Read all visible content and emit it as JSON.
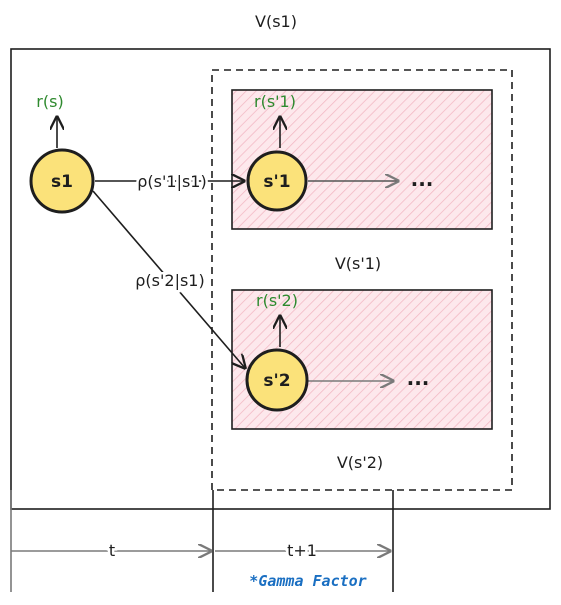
{
  "top_value_label": "V(s1)",
  "node_s1": {
    "label": "s1",
    "reward": "r(s)"
  },
  "node_s1p1": {
    "label": "s'1",
    "reward": "r(s'1)",
    "value_label": "V(s'1)"
  },
  "node_s1p2": {
    "label": "s'2",
    "reward": "r(s'2)",
    "value_label": "V(s'2)"
  },
  "transitions": {
    "to_s1p1": "ρ(s'1|s1)",
    "to_s1p2": "ρ(s'2|s1)"
  },
  "continuation": "...",
  "timeline": {
    "t_label": "t",
    "t1_label": "t+1",
    "gamma_note": "*Gamma Factor"
  },
  "colors": {
    "node_fill": "#fbe27a",
    "node_stroke": "#1e1e1e",
    "reward_text": "#2f8a2f",
    "hatch_fill": "#fde8ec",
    "hatch_line": "#f2b6c2",
    "gamma_text": "#1a6fc2"
  }
}
